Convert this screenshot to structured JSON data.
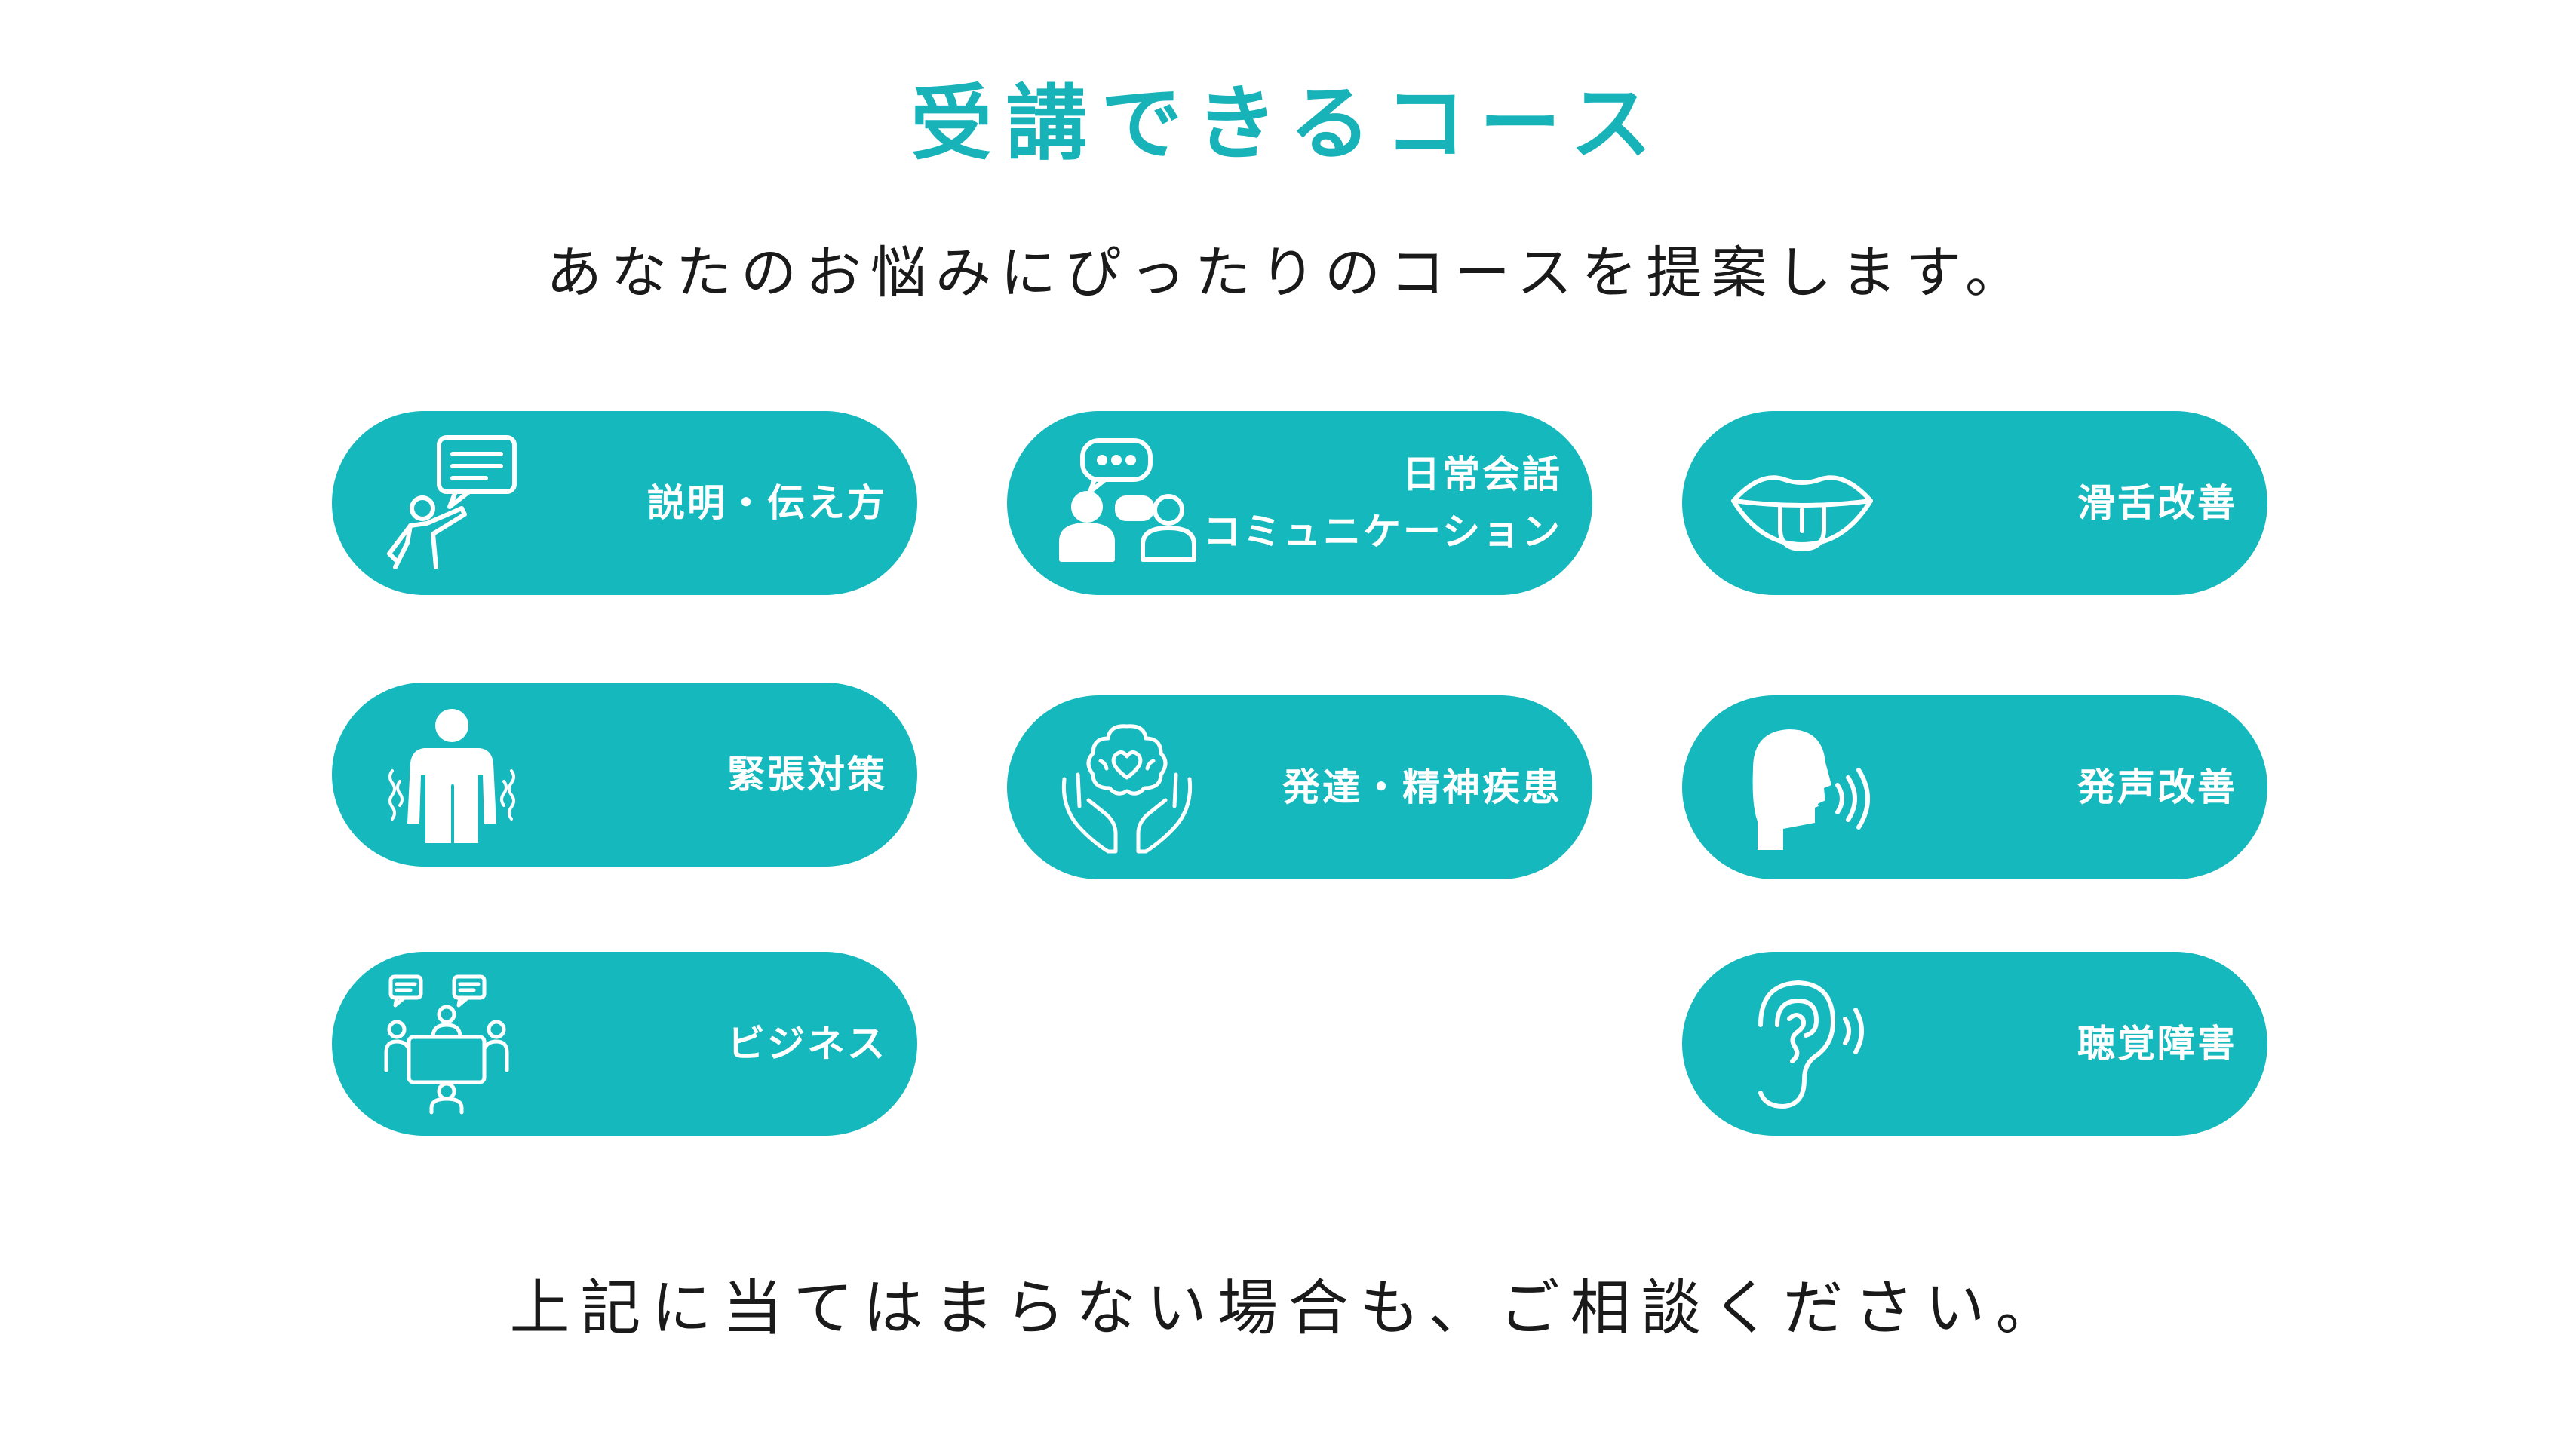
{
  "header": {
    "title": "受講できるコース",
    "subtitle": "あなたのお悩みにぴったりのコースを提案します。"
  },
  "courses": [
    {
      "icon": "presenter-speech-icon",
      "label_lines": [
        "説明・伝え方"
      ]
    },
    {
      "icon": "conversation-people-icon",
      "label_lines": [
        "日常会話",
        "コミュニケーション"
      ]
    },
    {
      "icon": "mouth-tongue-icon",
      "label_lines": [
        "滑舌改善"
      ]
    },
    {
      "icon": "nervous-person-icon",
      "label_lines": [
        "緊張対策"
      ]
    },
    {
      "icon": "brain-hands-heart-icon",
      "label_lines": [
        "発達・精神疾患"
      ]
    },
    {
      "icon": "speaking-head-icon",
      "label_lines": [
        "発声改善"
      ]
    },
    {
      "icon": "business-meeting-icon",
      "label_lines": [
        "ビジネス"
      ]
    },
    {
      "icon": "ear-sound-icon",
      "label_lines": [
        "聴覚障害"
      ]
    }
  ],
  "footer": {
    "note": "上記に当てはまらない場合も、ご相談ください。"
  },
  "colors": {
    "accent": "#17b3b9",
    "card_bg": "#15b8bd",
    "text": "#1a1a1a",
    "card_text": "#ffffff"
  }
}
